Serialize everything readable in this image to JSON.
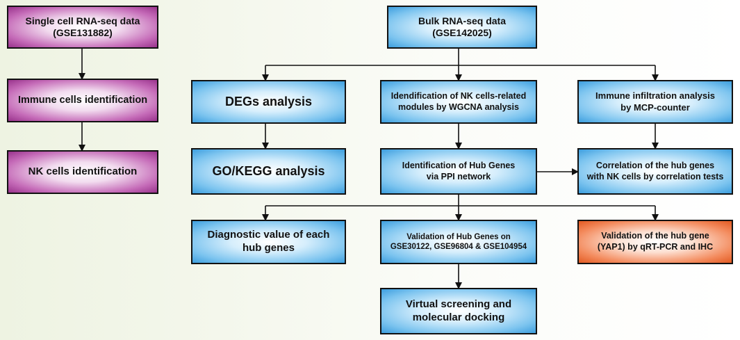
{
  "left_column": {
    "single_cell": "Single cell RNA-seq data\n(GSE131882)",
    "immune_cells": "Immune cells identification",
    "nk_cells": "NK cells identification"
  },
  "bulk": "Bulk RNA-seq data\n(GSE142025)",
  "degs": "DEGs analysis",
  "go_kegg": "GO/KEGG analysis",
  "wgcna": "Idendification of NK cells-related\nmodules by WGCNA analysis",
  "immune_infiltration": "Immune infiltration analysis\nby MCP-counter",
  "hub_genes": "Identification of Hub Genes\nvia PPI network",
  "correlation": "Correlation of the hub genes\nwith NK cells by correlation tests",
  "diagnostic": "Diagnostic value of each\nhub genes",
  "validation_geo": "Validation of Hub Genes on\nGSE30122, GSE96804 & GSE104954",
  "validation_yap1": "Validation of the hub gene\n(YAP1) by qRT-PCR and IHC",
  "docking": "Virtual screening and\nmolecular docking",
  "colors": {
    "purple": "#99338c",
    "blue": "#3d9ede",
    "orange": "#e25a22"
  }
}
